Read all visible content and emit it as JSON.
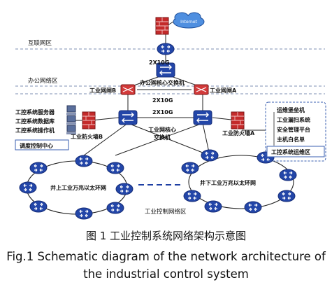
{
  "cloud": {
    "label": "Internet"
  },
  "zones": {
    "internet": "互联网区",
    "office": "办公网络区",
    "control": "工业控制网络区"
  },
  "links": {
    "core_to_gateways": "2X10G",
    "gateways_to_ics_core": "2X10G",
    "ics_core_pair": "2X10G"
  },
  "devices": {
    "office_core_switch": "办公网核心交换机",
    "gateway_b": "工业网闸B",
    "gateway_a": "工业网闸A",
    "firewall_b": "工业防火墙B",
    "firewall_a": "工业防火墙A",
    "ics_core_switch_line1": "工业网核心",
    "ics_core_switch_line2": "交换机"
  },
  "left_servers": [
    "工控系统服务器",
    "工控系统数据库",
    "工控系统操作机"
  ],
  "dispatch_center": "调度控制中心",
  "ops_zone": {
    "items": [
      "运维堡垒机",
      "工业漏扫系统",
      "安全管理平台",
      "主机白名单"
    ],
    "title": "工控系统运维区"
  },
  "rings": {
    "surface": "井上工业万兆以太环网",
    "underground": "井下工业万兆以太环网"
  },
  "caption": {
    "cn": "图 1 工业控制系统网络架构示意图",
    "en_line1": "Fig.1  Schematic diagram of the network architecture of",
    "en_line2": "the industrial control system"
  },
  "colors": {
    "router": "#2346a8",
    "router_dark": "#152c77",
    "firewall": "#c42a2a",
    "gateway": "#d23a3a",
    "zone_line": "#7d8fb3",
    "ops_box": "#3a5fb0",
    "link": "#222222"
  }
}
